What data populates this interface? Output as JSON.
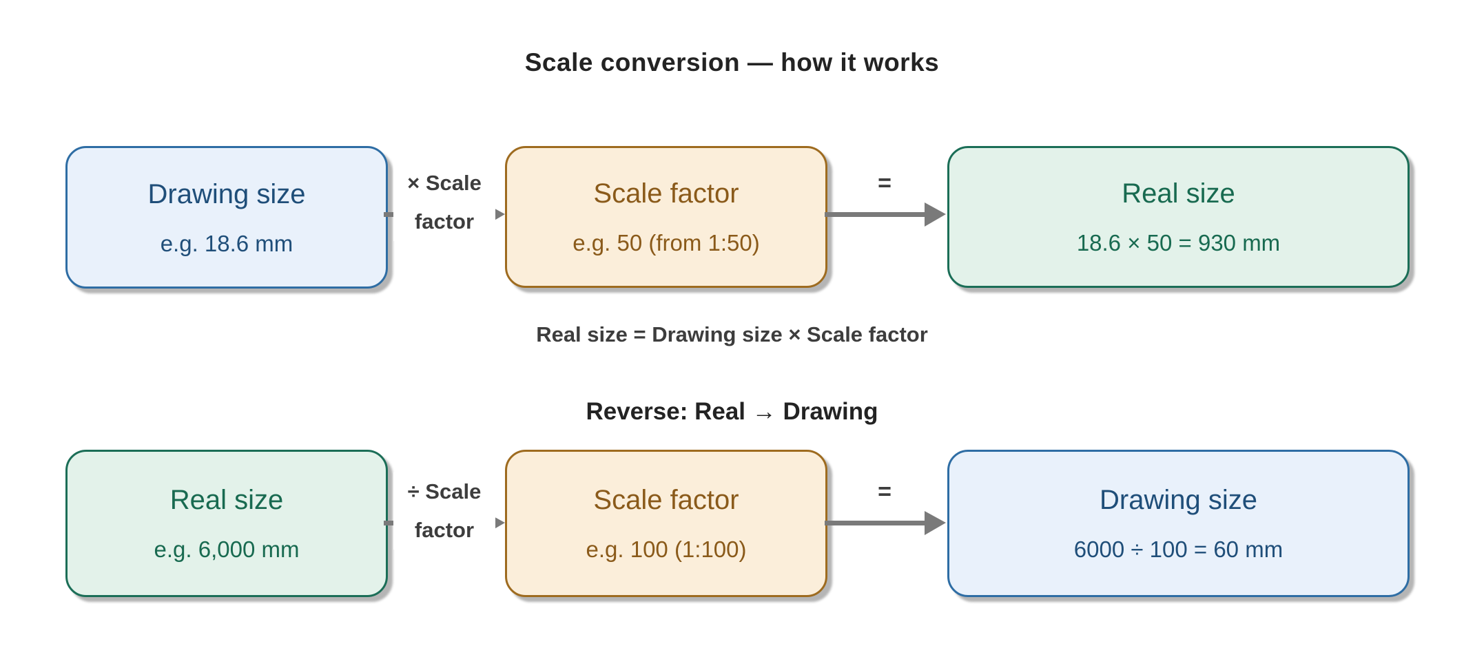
{
  "page": {
    "title": "Scale conversion — how it works",
    "formula_caption": "Real size = Drawing size × Scale factor",
    "section2_title": "Reverse: Real → Drawing"
  },
  "colors": {
    "blue": {
      "fill": "#e9f1fb",
      "border": "#2e6da4",
      "text": "#1f4e79"
    },
    "orange": {
      "fill": "#fbeeda",
      "border": "#9e6b1f",
      "text": "#8a5a1a"
    },
    "green": {
      "fill": "#e3f2ea",
      "border": "#1b6e57",
      "text": "#186a50"
    },
    "c": {
      "arrow": "#7a7a7a",
      "label": "#3d3d3d",
      "title": "#232323"
    }
  },
  "rows": [
    {
      "boxes": [
        {
          "title": "Drawing size",
          "example": "e.g. 18.6 mm"
        },
        {
          "title": "Scale factor",
          "example": "e.g. 50 (from 1:50)"
        },
        {
          "title": "Real size",
          "example": "18.6 × 50 = 930 mm"
        }
      ],
      "operator": {
        "line1": "× Scale",
        "line2": "factor"
      },
      "equals": "="
    },
    {
      "boxes": [
        {
          "title": "Real size",
          "example": "e.g. 6,000 mm"
        },
        {
          "title": "Scale factor",
          "example": "e.g. 100 (1:100)"
        },
        {
          "title": "Drawing size",
          "example": "6000 ÷ 100 = 60 mm"
        }
      ],
      "operator": {
        "line1": "÷ Scale",
        "line2": "factor"
      },
      "equals": "="
    }
  ]
}
